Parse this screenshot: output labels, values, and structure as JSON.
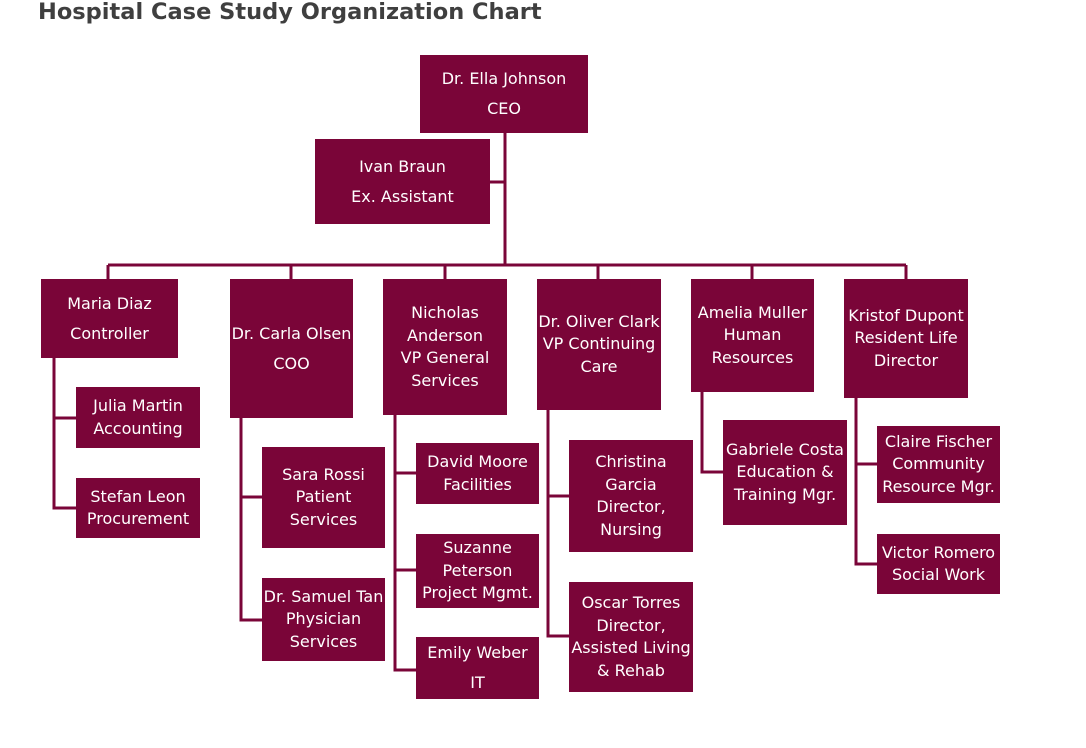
{
  "title": "Hospital Case Study Organization Chart",
  "colors": {
    "box": "#7a0538",
    "line": "#7a0538",
    "text": "#ffffff",
    "title": "#3f3f3f"
  },
  "chart": {
    "ceo": [
      "Dr. Ella Johnson",
      "CEO"
    ],
    "assistant": [
      "Ivan Braun",
      "Ex. Assistant"
    ],
    "controller": [
      "Maria Diaz",
      "Controller"
    ],
    "accounting": [
      "Julia Martin",
      "Accounting"
    ],
    "procurement": [
      "Stefan Leon",
      "Procurement"
    ],
    "coo": [
      "Dr. Carla Olsen",
      "COO"
    ],
    "patient_services": [
      "Sara Rossi",
      "Patient",
      "Services"
    ],
    "physician_services": [
      "Dr. Samuel Tan",
      "Physician",
      "Services"
    ],
    "vp_general": [
      "Nicholas",
      "Anderson",
      "VP General",
      "Services"
    ],
    "facilities": [
      "David Moore",
      "Facilities"
    ],
    "project_mgmt": [
      "Suzanne",
      "Peterson",
      "Project Mgmt."
    ],
    "it": [
      "Emily Weber",
      "IT"
    ],
    "vp_continuing": [
      "Dr. Oliver Clark",
      "VP Continuing",
      "Care"
    ],
    "nursing": [
      "Christina",
      "Garcia",
      "Director,",
      "Nursing"
    ],
    "assisted_living": [
      "Oscar Torres",
      "Director,",
      "Assisted Living",
      "& Rehab"
    ],
    "hr": [
      "Amelia Muller",
      "Human",
      "Resources"
    ],
    "education": [
      "Gabriele Costa",
      "Education &",
      "Training Mgr."
    ],
    "resident_life": [
      "Kristof Dupont",
      "Resident Life",
      "Director"
    ],
    "community": [
      "Claire Fischer",
      "Community",
      "Resource Mgr."
    ],
    "social_work": [
      "Victor Romero",
      "Social Work"
    ]
  }
}
